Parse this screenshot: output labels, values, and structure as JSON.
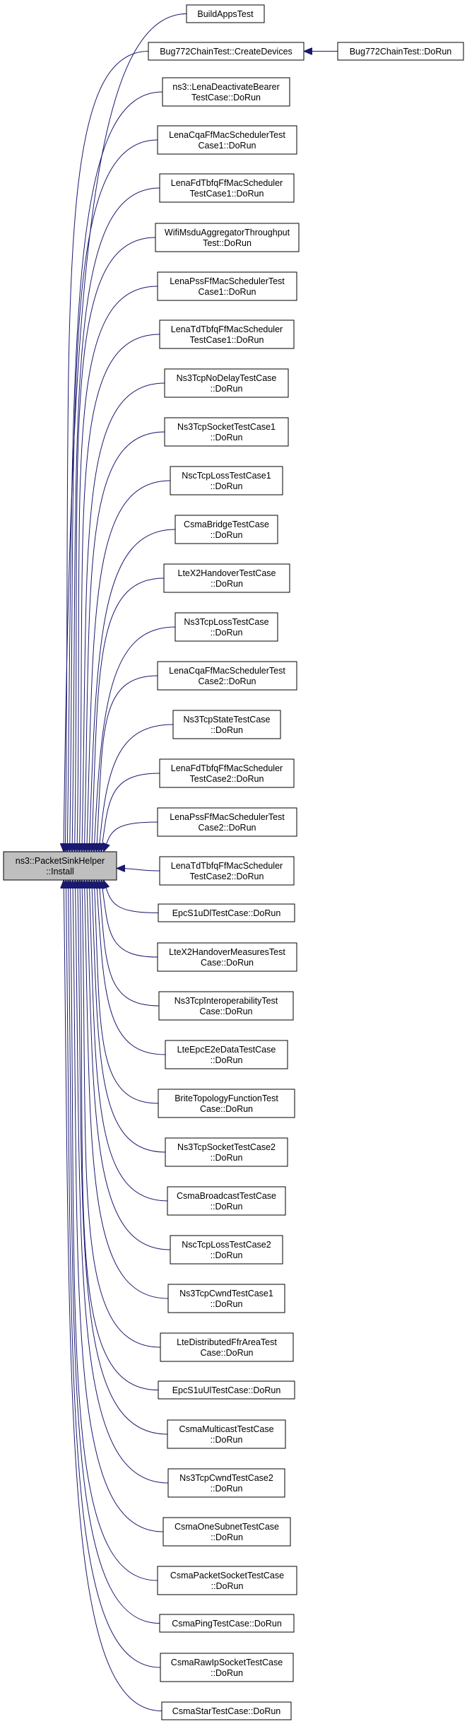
{
  "root": {
    "lines": [
      "ns3::PacketSinkHelper",
      "::Install"
    ],
    "fill": "#bfbfbf"
  },
  "callers": [
    {
      "id": "n1",
      "lines": [
        "BuildAppsTest"
      ]
    },
    {
      "id": "n2",
      "lines": [
        "Bug772ChainTest::CreateDevices"
      ]
    },
    {
      "id": "n3",
      "lines": [
        "ns3::LenaDeactivateBearer",
        "TestCase::DoRun"
      ]
    },
    {
      "id": "n4",
      "lines": [
        "LenaCqaFfMacSchedulerTest",
        "Case1::DoRun"
      ]
    },
    {
      "id": "n5",
      "lines": [
        "LenaFdTbfqFfMacScheduler",
        "TestCase1::DoRun"
      ]
    },
    {
      "id": "n6",
      "lines": [
        "WifiMsduAggregatorThroughput",
        "Test::DoRun"
      ]
    },
    {
      "id": "n7",
      "lines": [
        "LenaPssFfMacSchedulerTest",
        "Case1::DoRun"
      ]
    },
    {
      "id": "n8",
      "lines": [
        "LenaTdTbfqFfMacScheduler",
        "TestCase1::DoRun"
      ]
    },
    {
      "id": "n9",
      "lines": [
        "Ns3TcpNoDelayTestCase",
        "::DoRun"
      ]
    },
    {
      "id": "n10",
      "lines": [
        "Ns3TcpSocketTestCase1",
        "::DoRun"
      ]
    },
    {
      "id": "n11",
      "lines": [
        "NscTcpLossTestCase1",
        "::DoRun"
      ]
    },
    {
      "id": "n12",
      "lines": [
        "CsmaBridgeTestCase",
        "::DoRun"
      ]
    },
    {
      "id": "n13",
      "lines": [
        "LteX2HandoverTestCase",
        "::DoRun"
      ]
    },
    {
      "id": "n14",
      "lines": [
        "Ns3TcpLossTestCase",
        "::DoRun"
      ]
    },
    {
      "id": "n15",
      "lines": [
        "LenaCqaFfMacSchedulerTest",
        "Case2::DoRun"
      ]
    },
    {
      "id": "n16",
      "lines": [
        "Ns3TcpStateTestCase",
        "::DoRun"
      ]
    },
    {
      "id": "n17",
      "lines": [
        "LenaFdTbfqFfMacScheduler",
        "TestCase2::DoRun"
      ]
    },
    {
      "id": "n18",
      "lines": [
        "LenaPssFfMacSchedulerTest",
        "Case2::DoRun"
      ]
    },
    {
      "id": "n19",
      "lines": [
        "LenaTdTbfqFfMacScheduler",
        "TestCase2::DoRun"
      ]
    },
    {
      "id": "n20",
      "lines": [
        "EpcS1uDlTestCase::DoRun"
      ]
    },
    {
      "id": "n21",
      "lines": [
        "LteX2HandoverMeasuresTest",
        "Case::DoRun"
      ]
    },
    {
      "id": "n22",
      "lines": [
        "Ns3TcpInteroperabilityTest",
        "Case::DoRun"
      ]
    },
    {
      "id": "n23",
      "lines": [
        "LteEpcE2eDataTestCase",
        "::DoRun"
      ]
    },
    {
      "id": "n24",
      "lines": [
        "BriteTopologyFunctionTest",
        "Case::DoRun"
      ]
    },
    {
      "id": "n25",
      "lines": [
        "Ns3TcpSocketTestCase2",
        "::DoRun"
      ]
    },
    {
      "id": "n26",
      "lines": [
        "CsmaBroadcastTestCase",
        "::DoRun"
      ]
    },
    {
      "id": "n27",
      "lines": [
        "NscTcpLossTestCase2",
        "::DoRun"
      ]
    },
    {
      "id": "n28",
      "lines": [
        "Ns3TcpCwndTestCase1",
        "::DoRun"
      ]
    },
    {
      "id": "n29",
      "lines": [
        "LteDistributedFfrAreaTest",
        "Case::DoRun"
      ]
    },
    {
      "id": "n30",
      "lines": [
        "EpcS1uUlTestCase::DoRun"
      ]
    },
    {
      "id": "n31",
      "lines": [
        "CsmaMulticastTestCase",
        "::DoRun"
      ]
    },
    {
      "id": "n32",
      "lines": [
        "Ns3TcpCwndTestCase2",
        "::DoRun"
      ]
    },
    {
      "id": "n33",
      "lines": [
        "CsmaOneSubnetTestCase",
        "::DoRun"
      ]
    },
    {
      "id": "n34",
      "lines": [
        "CsmaPacketSocketTestCase",
        "::DoRun"
      ]
    },
    {
      "id": "n35",
      "lines": [
        "CsmaPingTestCase::DoRun"
      ]
    },
    {
      "id": "n36",
      "lines": [
        "CsmaRawIpSocketTestCase",
        "::DoRun"
      ]
    },
    {
      "id": "n37",
      "lines": [
        "CsmaStarTestCase::DoRun"
      ]
    }
  ],
  "extra_caller": {
    "id": "n38",
    "lines": [
      "Bug772ChainTest::DoRun"
    ],
    "calls": "n2"
  },
  "colors": {
    "edge": "#191970",
    "node_border": "#000000",
    "node_fill": "#ffffff",
    "root_fill": "#bfbfbf"
  }
}
